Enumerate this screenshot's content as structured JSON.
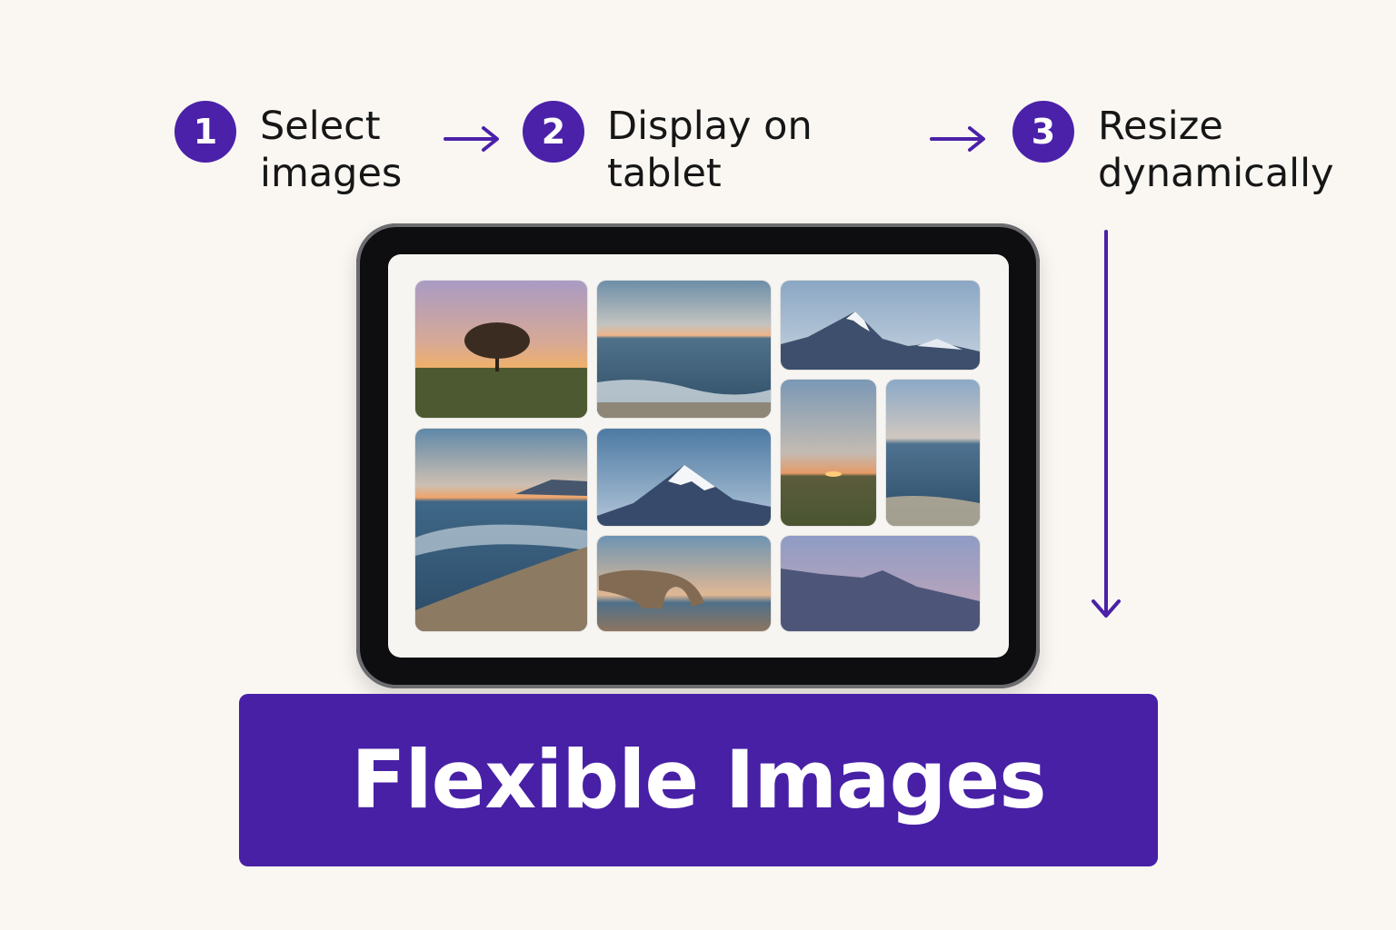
{
  "colors": {
    "accent": "#4a21a8",
    "banner": "#4720a6",
    "background": "#faf7f2",
    "text": "#161616"
  },
  "steps": [
    {
      "number": "1",
      "line1": "Select",
      "line2": "images"
    },
    {
      "number": "2",
      "line1": "Display on",
      "line2": "tablet"
    },
    {
      "number": "3",
      "line1": "Resize",
      "line2": "dynamically"
    }
  ],
  "gallery": [
    {
      "subject": "lone tree at sunset"
    },
    {
      "subject": "ocean horizon at dusk"
    },
    {
      "subject": "snowy mountain peak"
    },
    {
      "subject": "meadow sunset"
    },
    {
      "subject": "calm sea"
    },
    {
      "subject": "beach waves at sunset"
    },
    {
      "subject": "snow-capped mountain"
    },
    {
      "subject": "sea arch rock"
    },
    {
      "subject": "purple mountain ridge"
    }
  ],
  "banner": {
    "title": "Flexible Images"
  }
}
